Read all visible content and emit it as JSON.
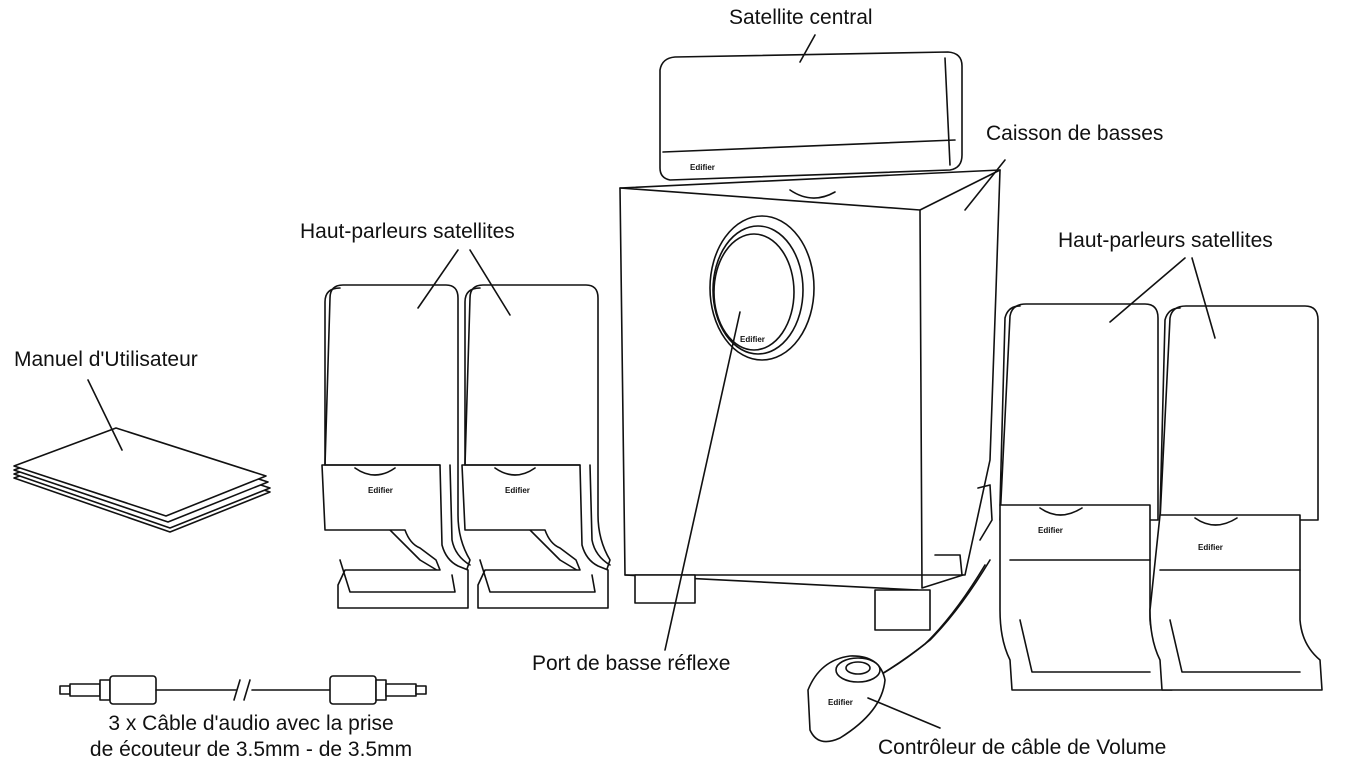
{
  "labels": {
    "center_satellite": "Satellite central",
    "subwoofer": "Caisson de basses",
    "satellites_left": "Haut-parleurs satellites",
    "satellites_right": "Haut-parleurs satellites",
    "manual": "Manuel d'Utilisateur",
    "bass_port": "Port de basse réflexe",
    "cable_line1": "3 x Câble d'audio avec la prise",
    "cable_line2": "de écouteur de 3.5mm - de 3.5mm",
    "volume_controller": "Contrôleur de câble de Volume"
  },
  "brand_marks": [
    "Edifier",
    "Edifier",
    "Edifier",
    "Edifier",
    "Edifier",
    "Edifier",
    "Edifier"
  ],
  "icons": [
    "user-manual-icon",
    "satellite-speaker-icon",
    "subwoofer-icon",
    "center-speaker-icon",
    "audio-cable-icon",
    "volume-controller-icon"
  ]
}
